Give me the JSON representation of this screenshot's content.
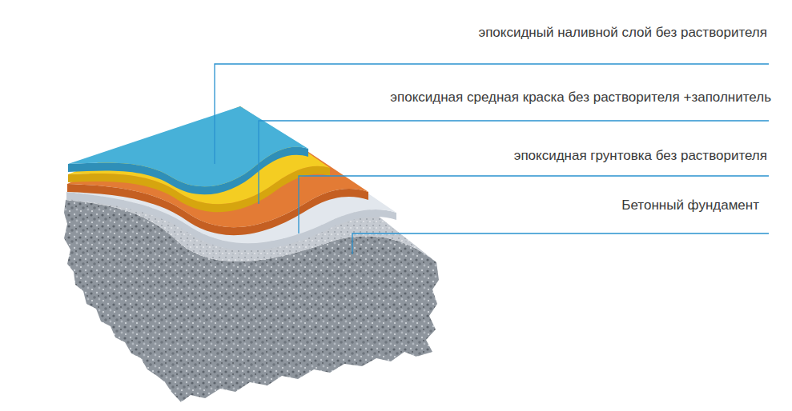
{
  "diagram": {
    "labels": [
      "эпоксидный наливной слой без растворителя",
      "эпоксидная средная краска без растворителя +заполнитель",
      "эпоксидная грунтовка без растворителя",
      "Бетонный фундамент"
    ]
  }
}
